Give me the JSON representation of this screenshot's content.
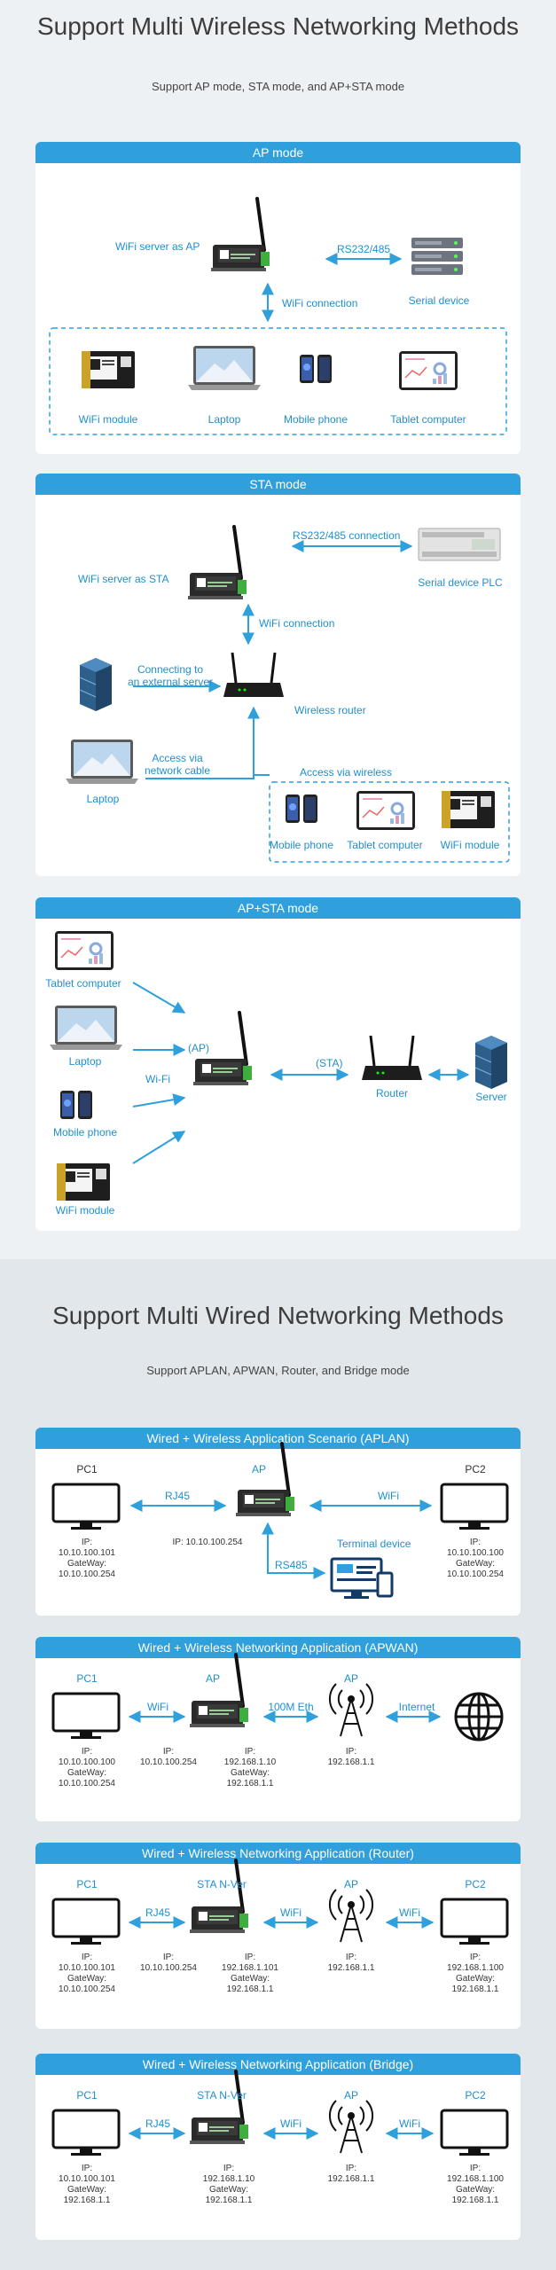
{
  "wireless": {
    "title": "Support Multi Wireless Networking Methods",
    "subtitle": "Support AP mode, STA mode, and AP+STA mode",
    "ap": {
      "header": "AP mode",
      "wifi_server": "WiFi server as AP",
      "rs": "RS232/485",
      "serial": "Serial device",
      "wifi_conn": "WiFi connection",
      "devices": [
        "WiFi module",
        "Laptop",
        "Mobile phone",
        "Tablet computer"
      ]
    },
    "sta": {
      "header": "STA mode",
      "wifi_server": "WiFi server as STA",
      "rs": "RS232/485 connection",
      "serial": "Serial device PLC",
      "wifi_conn": "WiFi connection",
      "connecting": "Connecting to",
      "external": "an external server",
      "router": "Wireless router",
      "access_cable_1": "Access via",
      "access_cable_2": "network cable",
      "access_wireless": "Access via wireless",
      "laptop": "Laptop",
      "devices": [
        "Mobile phone",
        "Tablet computer",
        "WiFi module"
      ]
    },
    "apsta": {
      "header": "AP+STA mode",
      "tablet": "Tablet computer",
      "laptop": "Laptop",
      "mobile": "Mobile phone",
      "wifimod": "WiFi module",
      "ap": "(AP)",
      "wifi": "Wi-Fi",
      "sta": "(STA)",
      "router": "Router",
      "server": "Server"
    }
  },
  "wired": {
    "title": "Support Multi Wired Networking Methods",
    "subtitle": "Support APLAN, APWAN, Router, and Bridge mode",
    "aplan": {
      "header": "Wired + Wireless Application Scenario (APLAN)",
      "pc1": "PC1",
      "pc2": "PC2",
      "ap": "AP",
      "rj45": "RJ45",
      "wifi": "WiFi",
      "rs485": "RS485",
      "terminal": "Terminal device",
      "pc1_info": [
        "IP:",
        "10.10.100.101",
        "GateWay:",
        "10.10.100.254"
      ],
      "ap_info": "IP: 10.10.100.254",
      "pc2_info": [
        "IP:",
        "10.10.100.100",
        "GateWay:",
        "10.10.100.254"
      ]
    },
    "apwan": {
      "header": "Wired + Wireless Networking Application (APWAN)",
      "pc1": "PC1",
      "ap1": "AP",
      "ap2": "AP",
      "wifi": "WiFi",
      "eth": "100M Eth",
      "internet": "Internet",
      "pc1_info": [
        "IP:",
        "10.10.100.100",
        "GateWay:",
        "10.10.100.254"
      ],
      "dev_info_a": [
        "IP:",
        "10.10.100.254"
      ],
      "dev_info_b": [
        "IP:",
        "192.168.1.10",
        "GateWay:",
        "192.168.1.1"
      ],
      "ap_info": [
        "IP:",
        "192.168.1.1"
      ]
    },
    "router": {
      "header": "Wired + Wireless Networking Application (Router)",
      "pc1": "PC1",
      "sta": "STA N-Ver",
      "ap": "AP",
      "pc2": "PC2",
      "rj45": "RJ45",
      "wifi1": "WiFi",
      "wifi2": "WiFi",
      "pc1_info": [
        "IP:",
        "10.10.100.101",
        "GateWay:",
        "10.10.100.254"
      ],
      "dev_info_a": [
        "IP:",
        "10.10.100.254"
      ],
      "dev_info_b": [
        "IP:",
        "192.168.1.101",
        "GateWay:",
        "192.168.1.1"
      ],
      "ap_info": [
        "IP:",
        "192.168.1.1"
      ],
      "pc2_info": [
        "IP:",
        "192.168.1.100",
        "GateWay:",
        "192.168.1.1"
      ]
    },
    "bridge": {
      "header": "Wired + Wireless Networking Application (Bridge)",
      "pc1": "PC1",
      "sta": "STA N-Ver",
      "ap": "AP",
      "pc2": "PC2",
      "rj45": "RJ45",
      "wifi1": "WiFi",
      "wifi2": "WiFi",
      "pc1_info": [
        "IP:",
        "10.10.100.101",
        "GateWay:",
        "192.168.1.1"
      ],
      "dev_info": [
        "IP:",
        "192.168.1.10",
        "GateWay:",
        "192.168.1.1"
      ],
      "ap_info": [
        "IP:",
        "192.168.1.1"
      ],
      "pc2_info": [
        "IP:",
        "192.168.1.100",
        "GateWay:",
        "192.168.1.1"
      ]
    }
  }
}
